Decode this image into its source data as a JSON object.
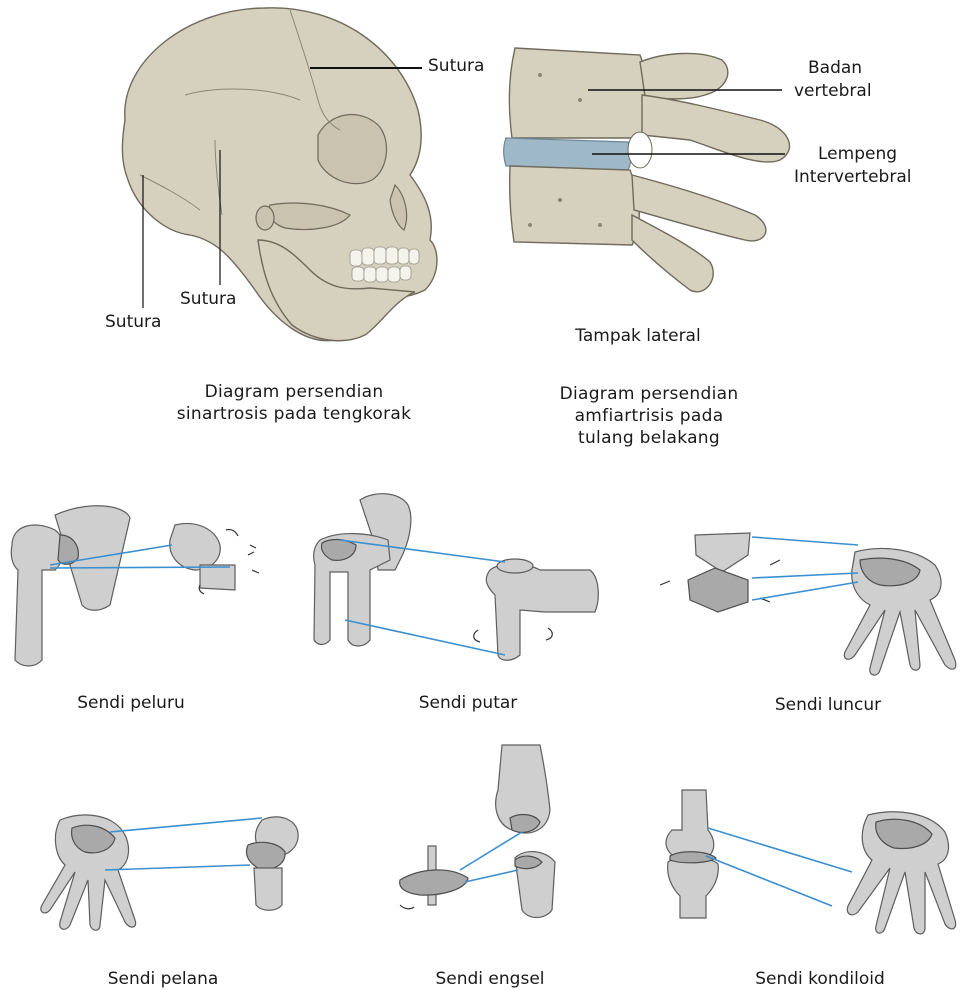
{
  "top_left": {
    "labels": {
      "sutura_top": "Sutura",
      "sutura_mid": "Sutura",
      "sutura_left": "Sutura"
    },
    "caption": [
      "Diagram persendian",
      "sinartrosis pada tengkorak"
    ]
  },
  "top_right": {
    "labels": {
      "badan_1": "Badan",
      "badan_2": "vertebral",
      "lempeng_1": "Lempeng",
      "lempeng_2": "Intervertebral"
    },
    "view_label": "Tampak lateral",
    "caption": [
      "Diagram persendian",
      "amfiartrisis pada",
      "tulang belakang"
    ]
  },
  "joints": {
    "peluru": "Sendi peluru",
    "putar": "Sendi putar",
    "luncur": "Sendi luncur",
    "pelana": "Sendi pelana",
    "engsel": "Sendi engsel",
    "kondiloid": "Sendi kondiloid"
  },
  "colors": {
    "bone": "#d6d0be",
    "disc": "#9fb8c8",
    "connector": "#3a8fd0",
    "grey_bone": "#cfcfcf"
  }
}
